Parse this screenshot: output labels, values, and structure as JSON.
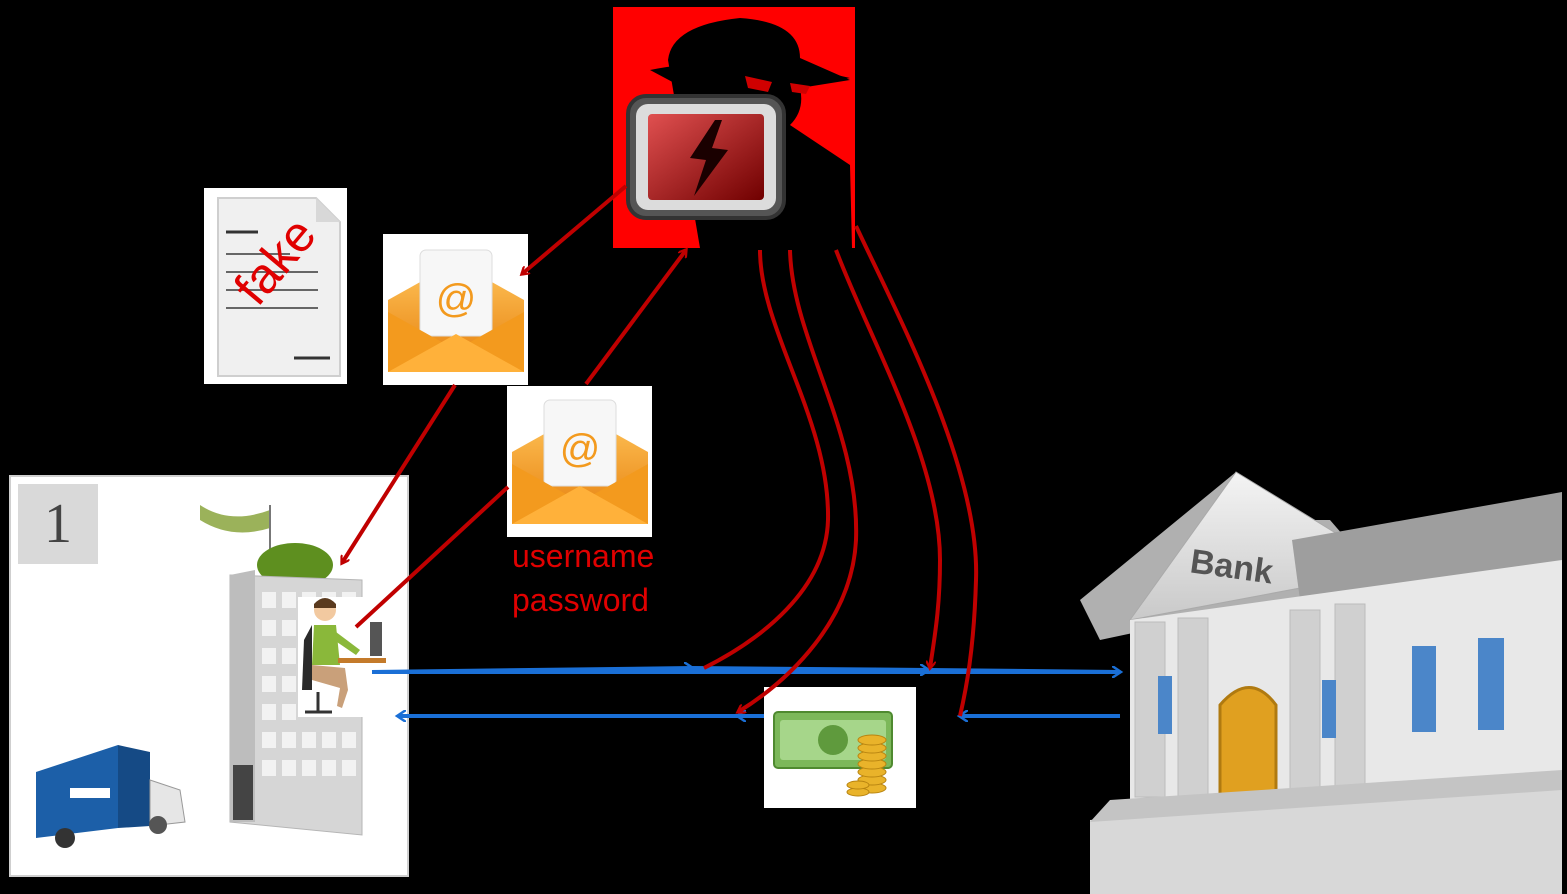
{
  "labels": {
    "panel_number": "1",
    "fake_stamp": "fake",
    "credentials_line1": "username",
    "credentials_line2": "password",
    "bank_sign": "Bank"
  },
  "colors": {
    "attack_arrow": "#c00000",
    "transaction_arrow": "#1a6fd6",
    "hacker_background": "#ff0000",
    "envelope": "#f39a1e",
    "label_red": "#e00000"
  },
  "icons": [
    "hacker-icon",
    "warning-screen-icon",
    "fake-document-icon",
    "phishing-email-icon",
    "credentials-email-icon",
    "company-building-icon",
    "office-worker-icon",
    "delivery-truck-icon",
    "bank-icon",
    "money-icon"
  ]
}
